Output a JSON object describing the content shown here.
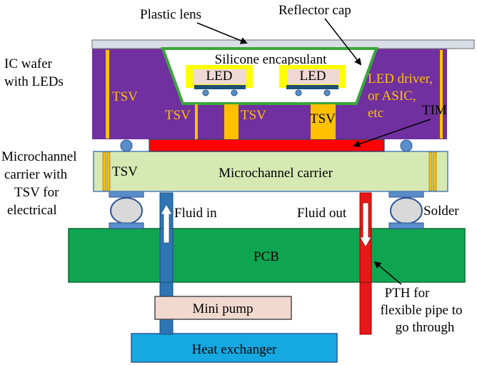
{
  "labels": {
    "plastic_lens": "Plastic lens",
    "reflector_cap": "Reflector cap",
    "ic_wafer_line1": "IC wafer",
    "ic_wafer_line2": "with LEDs",
    "silicone_encapsulant": "Silicone encapsulant",
    "led": "LED",
    "led_driver_line1": "LED driver,",
    "led_driver_line2": "or ASIC,",
    "led_driver_line3": "etc",
    "tim": "TIM",
    "tsv": "TSV",
    "microchannel_carrier_with_line1": "Microchannel",
    "microchannel_carrier_with_line2": "carrier with",
    "microchannel_carrier_with_line3": "TSV for",
    "microchannel_carrier_with_line4": "electrical",
    "microchannel_carrier": "Microchannel carrier",
    "fluid_in": "Fluid in",
    "fluid_out": "Fluid out",
    "solder": "Solder",
    "pcb": "PCB",
    "mini_pump": "Mini pump",
    "pth_line1": "PTH for",
    "pth_line2": "flexible pipe to",
    "pth_line3": "go through",
    "heat_exchanger": "Heat exchanger"
  },
  "colors": {
    "wafer": "#7030A0",
    "tsv": "#FFC000",
    "carrier": "#D7E9B3",
    "pcb": "#0FA550",
    "heat_exchanger": "#16A8E0",
    "pump": "#F2D9D0",
    "tim": "#FF0000",
    "cold_pipe": "#2E75B6",
    "hot_pipe": "#E81818",
    "led_frame": "#FFFF00",
    "led_die": "#F0D8D4",
    "lens": "#D9DEE6",
    "encapsulant_border": "#3BA63B",
    "solder_ball": "#5A8ECB",
    "driver_text": "#FFC000"
  }
}
